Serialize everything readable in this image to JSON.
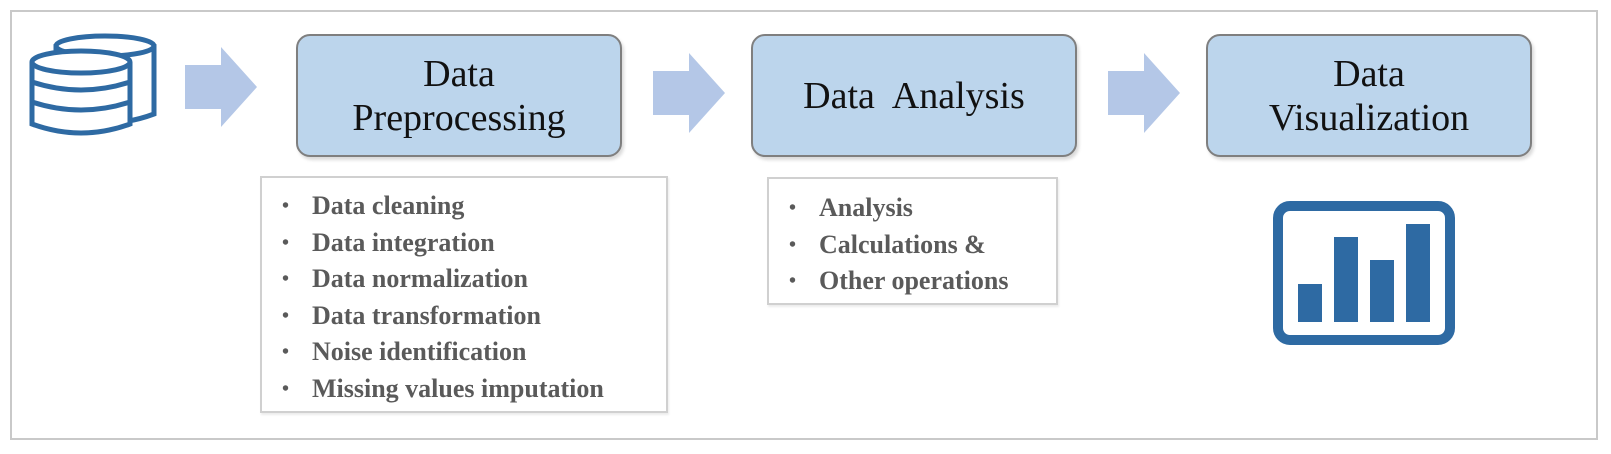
{
  "stages": [
    {
      "line1": "Data",
      "line2": "Preprocessing"
    },
    {
      "line1": "Data  Analysis",
      "line2": ""
    },
    {
      "line1": "Data",
      "line2": "Visualization"
    }
  ],
  "preprocessing_items": [
    "Data cleaning",
    "Data integration",
    "Data normalization",
    "Data transformation",
    "Noise identification",
    "Missing values imputation"
  ],
  "analysis_items": [
    "Analysis",
    "Calculations &",
    "Other operations"
  ],
  "icons": {
    "source": "database-icon",
    "arrow": "right-arrow-icon",
    "output": "bar-chart-icon"
  },
  "colors": {
    "stage_fill": "#bcd5ec",
    "stage_border": "#7f7f7f",
    "arrow_fill": "#b4c7e7",
    "icon_blue": "#2e6aa3",
    "list_text": "#5a5a5a"
  }
}
